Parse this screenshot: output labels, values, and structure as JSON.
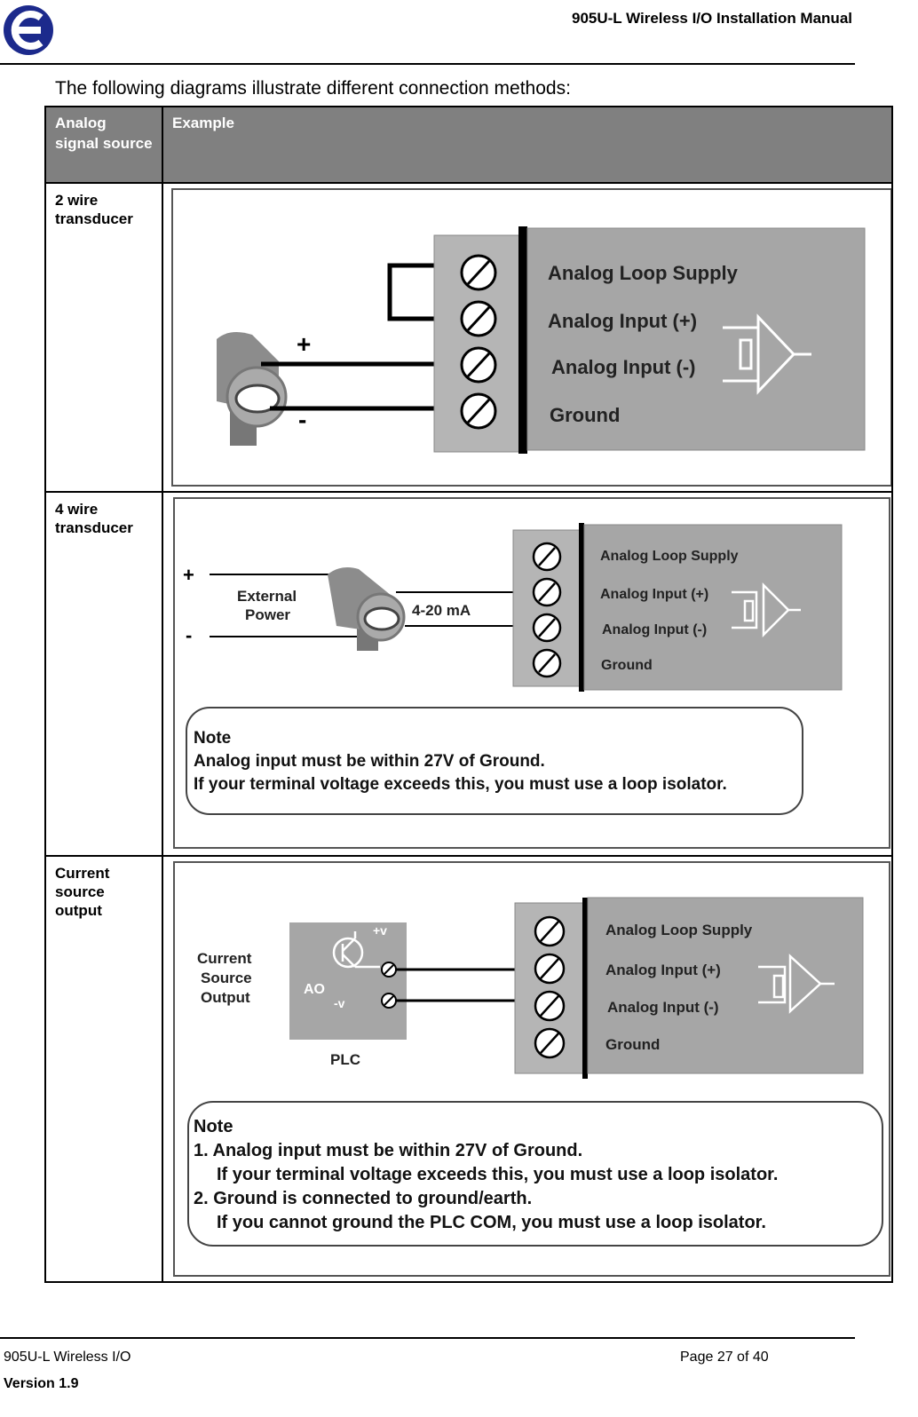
{
  "header": {
    "title": "905U-L Wireless I/O Installation Manual"
  },
  "intro": "The following diagrams illustrate different connection methods:",
  "table": {
    "headers": [
      "Analog signal source",
      "Example"
    ],
    "rows": [
      {
        "source": "2 wire transducer",
        "diagram": {
          "terminals": [
            "Analog Loop Supply",
            "Analog Input (+)",
            "Analog Input (-)",
            "Ground"
          ],
          "plus": "+",
          "minus": "-"
        }
      },
      {
        "source": "4 wire transducer",
        "diagram": {
          "terminals": [
            "Analog Loop Supply",
            "Analog Input (+)",
            "Analog Input (-)",
            "Ground"
          ],
          "plus": "+",
          "minus": "-",
          "power_label": [
            "External",
            "Power"
          ],
          "current_label": "4-20 mA",
          "note_title": "Note",
          "note_lines": [
            "Analog input must be within 27V of Ground.",
            "If your terminal voltage exceeds this, you must use a loop isolator."
          ]
        }
      },
      {
        "source": "Current source output",
        "diagram": {
          "terminals": [
            "Analog Loop Supply",
            "Analog Input (+)",
            "Analog Input (-)",
            "Ground"
          ],
          "output_label": [
            "Current",
            "Source",
            "Output"
          ],
          "plc_label": "PLC",
          "ao_label": "AO",
          "pos_label": "+v",
          "neg_label": "-v",
          "note_title": "Note",
          "note_lines": [
            "1. Analog input must be within 27V of Ground.",
            "If your terminal voltage exceeds this, you must use a loop isolator.",
            "2. Ground is connected to ground/earth.",
            "If you cannot ground the PLC COM, you must use a loop isolator."
          ]
        }
      }
    ]
  },
  "footer": {
    "left": "905U-L Wireless I/O",
    "version": "Version 1.9",
    "page": "Page 27 of 40"
  },
  "colors": {
    "logo_blue": "#1c2a8c",
    "header_gray": "#808080",
    "panel_gray": "#a6a6a6"
  }
}
